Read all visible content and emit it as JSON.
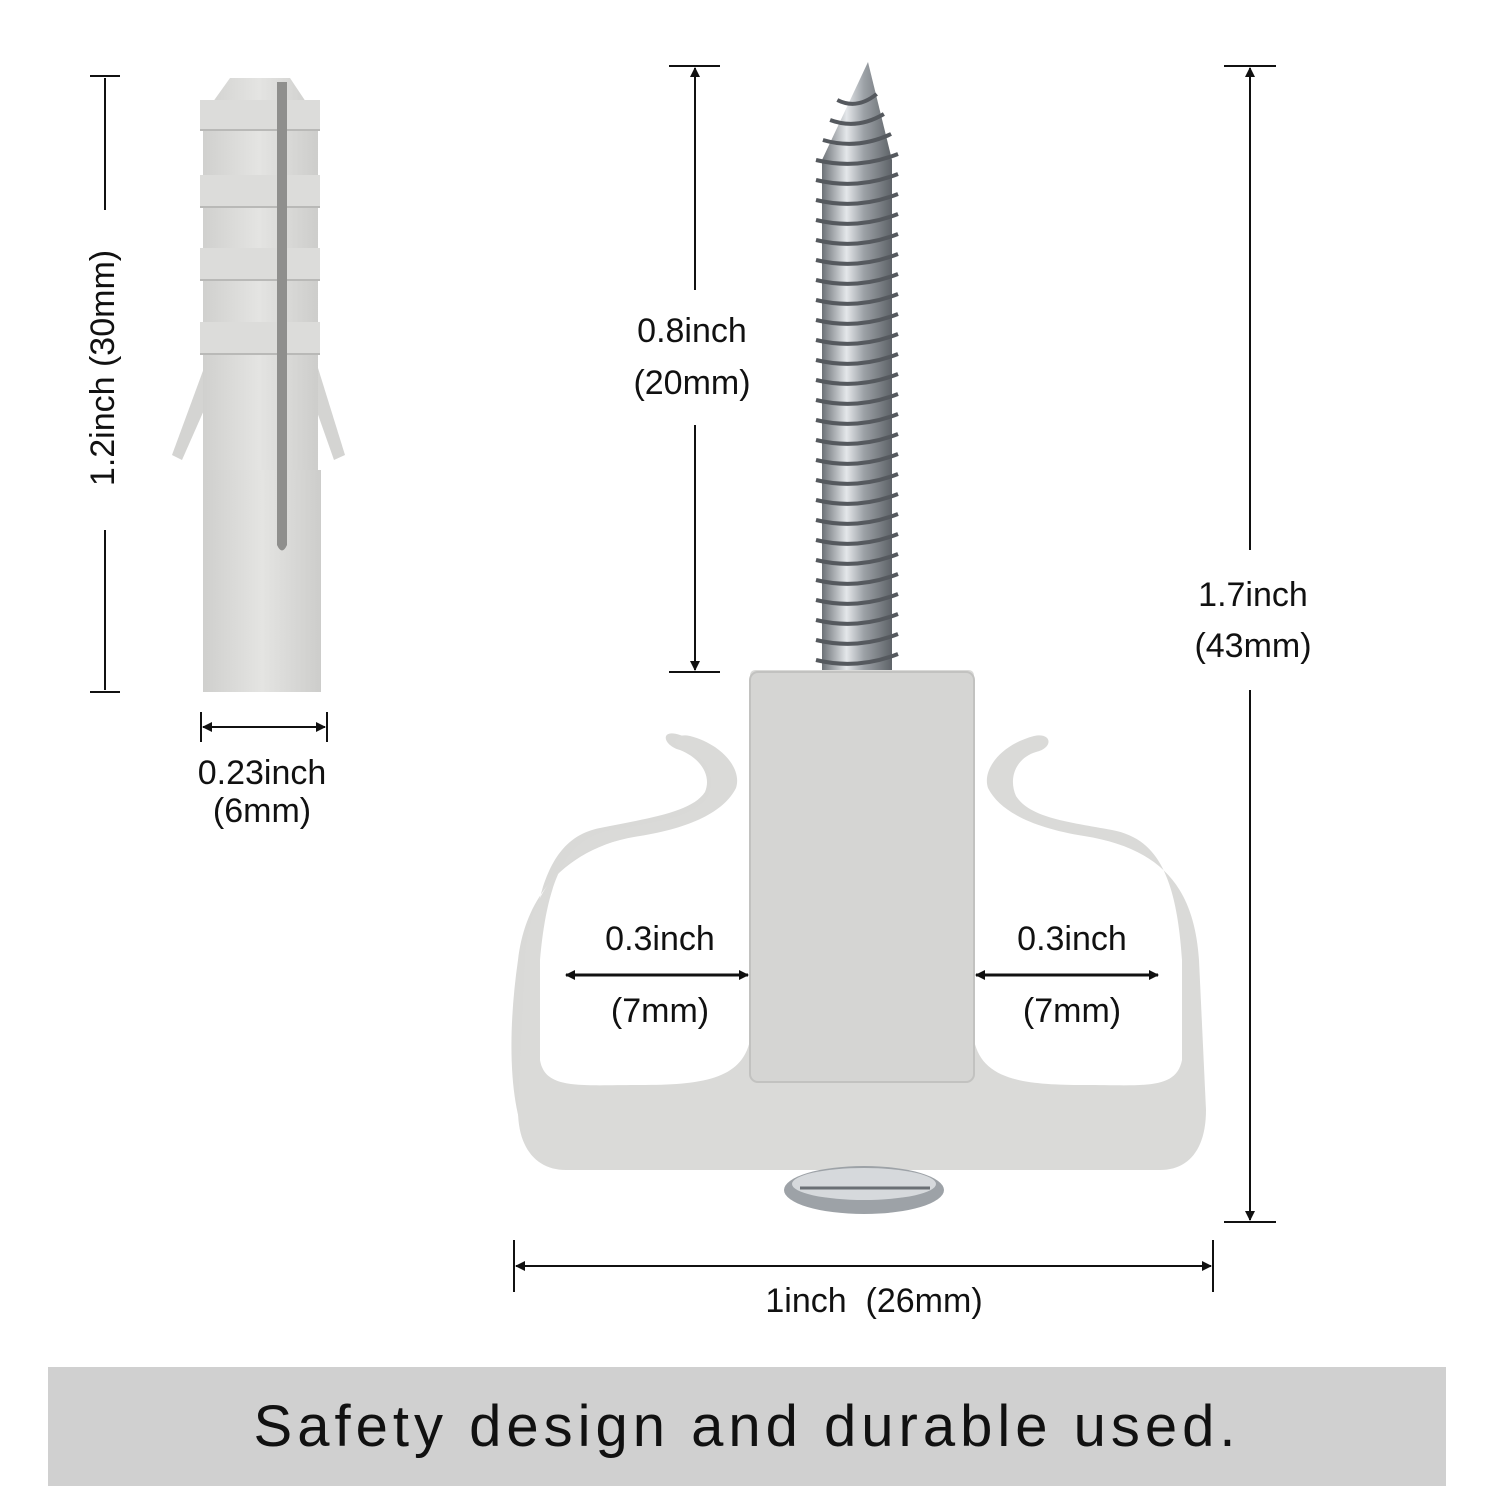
{
  "dimensions": {
    "anchor_length": "1.2inch (30mm)",
    "anchor_width_in": "0.23inch",
    "anchor_width_mm": "(6mm)",
    "screw_length_in": "0.8inch",
    "screw_length_mm": "(20mm)",
    "total_height_in": "1.7inch",
    "total_height_mm": "(43mm)",
    "left_gap_in": "0.3inch",
    "left_gap_mm": "(7mm)",
    "right_gap_in": "0.3inch",
    "right_gap_mm": "(7mm)",
    "base_width": "1inch  (26mm)"
  },
  "banner": {
    "text": "Safety design and durable used."
  },
  "colors": {
    "plastic": "#d9d9d7",
    "metal": "#a9adb1",
    "banner": "#d0d0d0"
  }
}
